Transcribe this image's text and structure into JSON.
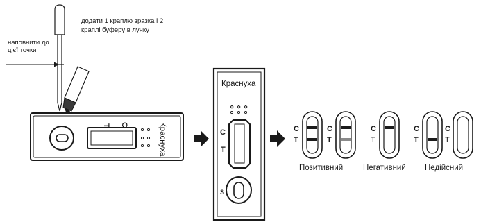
{
  "instructions": {
    "fill_line": [
      "наповнити до",
      "цієї точки"
    ],
    "add_drops": [
      "додати 1 краплю зразка і 2",
      "краплі буферу в лунку"
    ]
  },
  "cassette": {
    "brand": "Краснуха",
    "marker_t": "T",
    "marker_c": "C",
    "marker_s": "S"
  },
  "results": {
    "letter_c": "C",
    "letter_t": "T",
    "positive": "Позитивний",
    "negative": "Негативний",
    "invalid": "Недійсний"
  },
  "colors": {
    "ink": "#1a1a1a",
    "faint_line": "#8a8a8a"
  }
}
